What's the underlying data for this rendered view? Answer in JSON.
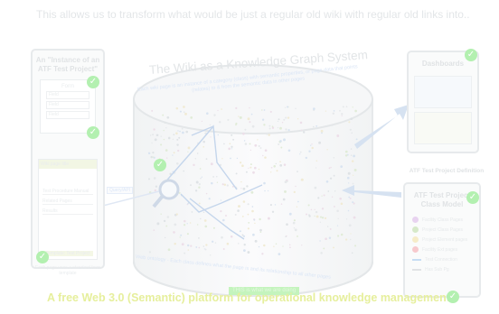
{
  "top_caption": "This allows us to transform what would be just a regular old wiki with regular old links into...",
  "bottom_caption": "A free Web 3.0 (Semantic) platform for operational knowledge management",
  "center": {
    "title": "The Wiki as a Knowledge Graph System",
    "subtitle": "Each wiki page is an instance of a category (class) with semantic properties, or page data that points (relates) to & from the semantic data in other pages",
    "bottom_note": "Web ontology - Each class defines what the page is and its relationship to all other pages",
    "green_tag": "THIS is what we are doing",
    "connect_label": "Query/API"
  },
  "left_panel": {
    "title": "An \"Instance of an ATF Test Project\"",
    "form_label": "Form",
    "fields": [
      "Field",
      "Field",
      "Field"
    ],
    "doc_header": "Wiki page title",
    "doc_lines": [
      "Test Procedure Manual",
      "Related Pages",
      "Results"
    ],
    "doc_footer": "Template: Test Project",
    "footer_note": "Each page uses a standard form template"
  },
  "right_top_panel": {
    "title": "Dashboards"
  },
  "right_bottom_panel": {
    "heading": "ATF Test Project Definition",
    "title": "ATF Test Project Class Model",
    "legend": [
      {
        "label": "Facility Class Pages",
        "color": "#e8d3f0",
        "kind": "dot"
      },
      {
        "label": "Project Class Pages",
        "color": "#d6e9c9",
        "kind": "dot"
      },
      {
        "label": "Project Element pages",
        "color": "#f6ecc8",
        "kind": "dot"
      },
      {
        "label": "Facility Ext pages",
        "color": "#f7c9cd",
        "kind": "dot"
      },
      {
        "label": "Test Connection",
        "color": "#c6ddf3",
        "kind": "line"
      },
      {
        "label": "Has Sub Pg",
        "color": "#e1e3e5",
        "kind": "line"
      }
    ]
  }
}
